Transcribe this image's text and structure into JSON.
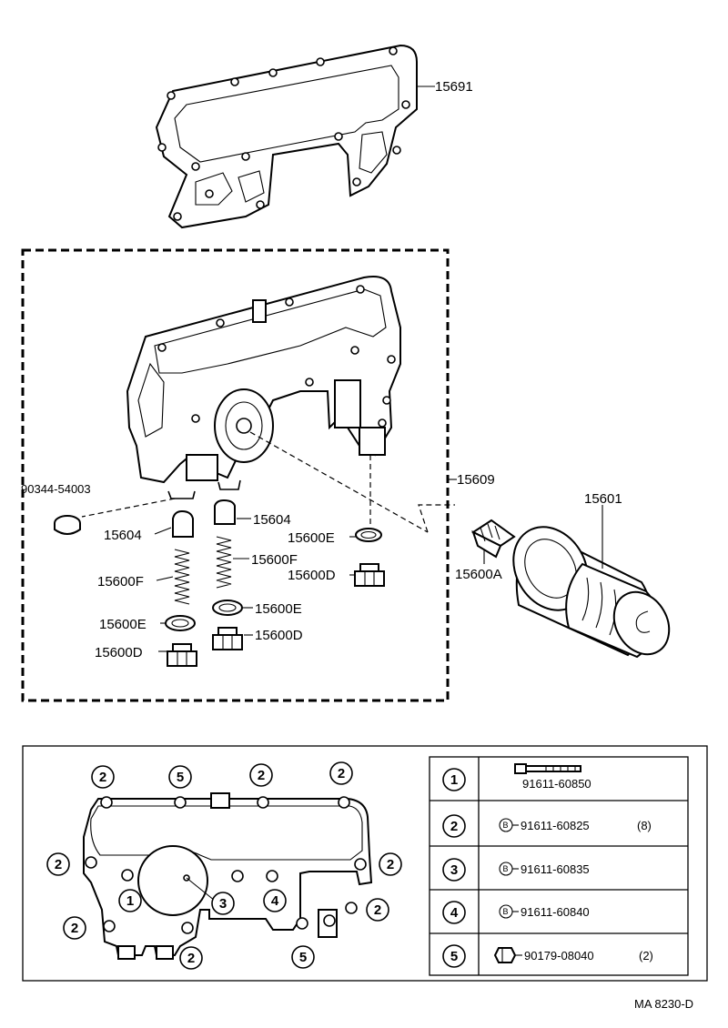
{
  "parts": {
    "p15691": "15691",
    "p15609": "15609",
    "p15601": "15601",
    "p90344": "90344-54003",
    "p15604a": "15604",
    "p15604b": "15604",
    "p15600e_a": "15600E",
    "p15600e_b": "15600E",
    "p15600e_c": "15600E",
    "p15600f_a": "15600F",
    "p15600f_b": "15600F",
    "p15600d_a": "15600D",
    "p15600d_b": "15600D",
    "p15600d_c": "15600D",
    "p15600a": "15600A"
  },
  "callouts": {
    "c2": "2",
    "c5": "5",
    "c1": "1",
    "c3": "3",
    "c4": "4"
  },
  "legend": {
    "rows": [
      {
        "num": "1",
        "mark": "",
        "part": "91611-60850",
        "qty": ""
      },
      {
        "num": "2",
        "mark": "B",
        "part": "91611-60825",
        "qty": "(8)"
      },
      {
        "num": "3",
        "mark": "B",
        "part": "91611-60835",
        "qty": ""
      },
      {
        "num": "4",
        "mark": "B",
        "part": "91611-60840",
        "qty": ""
      },
      {
        "num": "5",
        "mark": "",
        "part": "90179-08040",
        "qty": "(2)"
      }
    ]
  },
  "footer": {
    "code": "MA 8230-D"
  }
}
